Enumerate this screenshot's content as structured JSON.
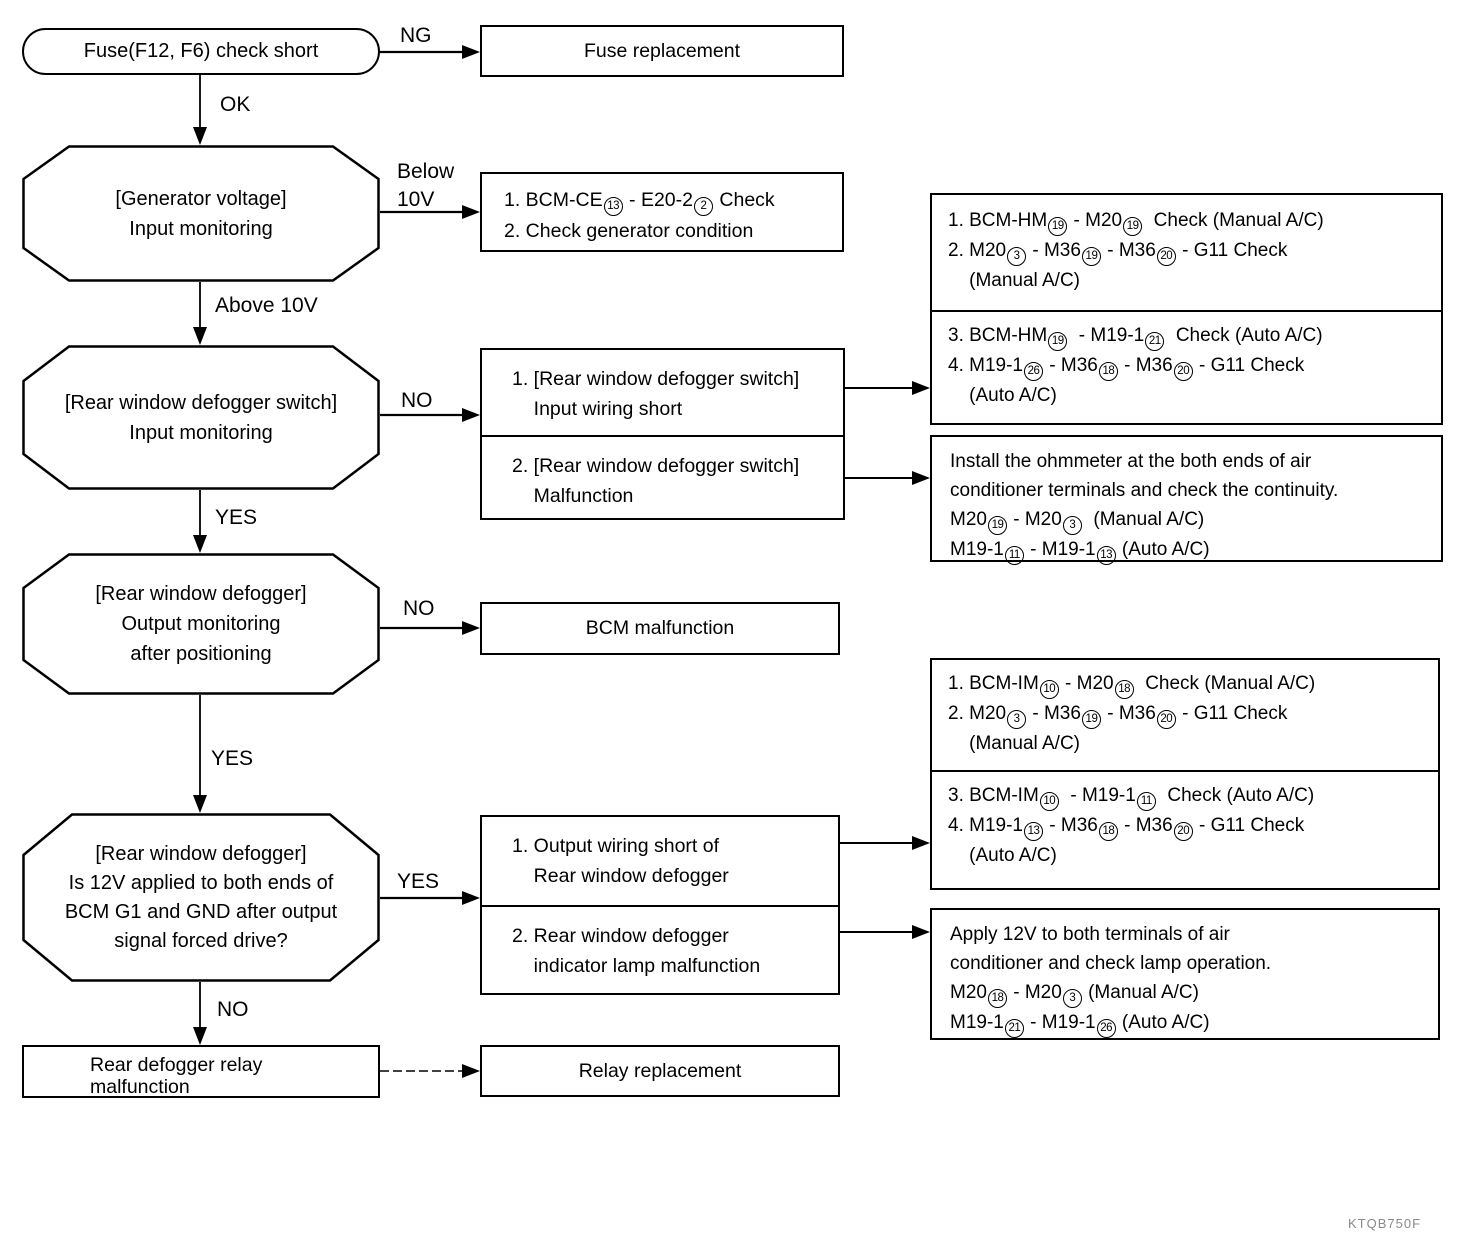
{
  "flow": {
    "fuse_check": "Fuse(F12, F6) check short",
    "fuse_replacement": "Fuse replacement",
    "generator_monitor": "[Generator voltage]\nInput monitoring",
    "generator_check": "1. BCM-CE(13) - E20-2(2) Check\n2. Check generator condition",
    "switch_monitor": "[Rear window defogger switch]\nInput monitoring",
    "switch_fault": {
      "wiring_short": "1. [Rear window defogger switch]\n    Input wiring short",
      "malfunction": "2. [Rear window defogger switch]\n    Malfunction"
    },
    "hm_check": {
      "manual": "1. BCM-HM(19) - M20(19)  Check (Manual A/C)\n2. M20(3) - M36(19) - M36(20) - G11 Check\n    (Manual A/C)",
      "auto": "3. BCM-HM(19)  - M19-1(21)  Check (Auto A/C)\n4. M19-1(26) - M36(18) - M36(20) - G11 Check\n    (Auto A/C)"
    },
    "ohmmeter_note": "Install the ohmmeter at the both ends of air\nconditioner terminals and check the continuity.\nM20(19) - M20(3)  (Manual A/C)\nM19-1(11) - M19-1(13) (Auto A/C)",
    "output_monitor": "[Rear window defogger]\nOutput monitoring\nafter positioning",
    "bcm_malfunction": "BCM malfunction",
    "forced_drive": "[Rear window defogger]\nIs 12V applied to both ends of\nBCM G1 and GND after output\nsignal forced drive?",
    "output_fault": {
      "wiring_short": "1. Output wiring short of\n    Rear window defogger",
      "lamp_malfunction": "2. Rear window defogger\n    indicator lamp malfunction"
    },
    "im_check": {
      "manual": "1. BCM-IM(10) - M20(18)  Check (Manual A/C)\n2. M20(3) - M36(19) - M36(20) - G11 Check\n    (Manual A/C)",
      "auto": "3. BCM-IM(10)  - M19-1(11)  Check (Auto A/C)\n4. M19-1(13) - M36(18) - M36(20) - G11 Check\n    (Auto A/C)"
    },
    "apply_12v_note": "Apply 12V to both terminals of air\nconditioner and check lamp operation.\nM20(18) - M20(3) (Manual A/C)\nM19-1(21) - M19-1(26) (Auto A/C)",
    "relay_malfunction": "Rear defogger relay\nmalfunction",
    "relay_replacement": "Relay replacement",
    "labels": {
      "ng": "NG",
      "ok": "OK",
      "below_10v": "Below\n10V",
      "above_10v": "Above 10V",
      "no_switch": "NO",
      "yes_switch": "YES",
      "no_output": "NO",
      "yes_output": "YES",
      "yes_forced": "YES",
      "no_forced": "NO"
    },
    "watermark": "KTQB750F"
  }
}
